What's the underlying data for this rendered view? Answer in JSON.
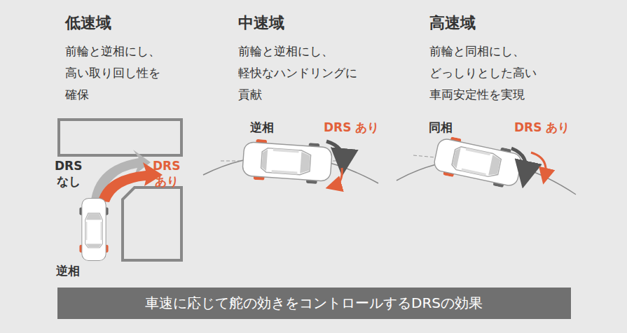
{
  "diagram": {
    "nodes": [
      {
        "text": [
          "車速に応じて舵の効きをコントロールするDRSの効果"
        ]
      }
    ],
    "labels": [
      "低速域",
      "前輪と逆相にし、 高い取り回し性を 確保",
      "中速域",
      "前輪と逆相にし、 軽快なハンドリングに 貢献",
      "高速域",
      "前輪と同相にし、 どっしりとした高い 車両安定性を実現",
      "DRS なし",
      "DRS あり",
      "逆相",
      "逆相",
      "DRS あり",
      "同相",
      "DRS あり"
    ]
  }
}
